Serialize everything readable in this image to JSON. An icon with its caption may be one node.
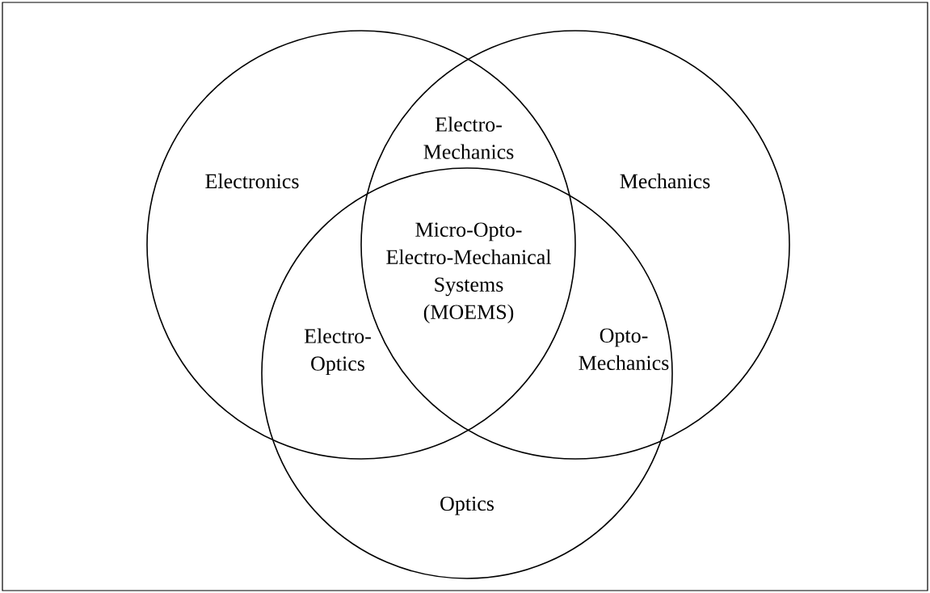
{
  "diagram": {
    "nodes": [
      {
        "text": [
          "Electronics"
        ]
      },
      {
        "text": [
          "Mechanics"
        ]
      },
      {
        "text": [
          "Optics"
        ]
      }
    ],
    "labels": [
      "Electro- Mechanics",
      "Micro-Opto- Electro-Mechanical Systems (MOEMS)",
      "Electro- Optics",
      "Opto- Mechanics"
    ]
  }
}
